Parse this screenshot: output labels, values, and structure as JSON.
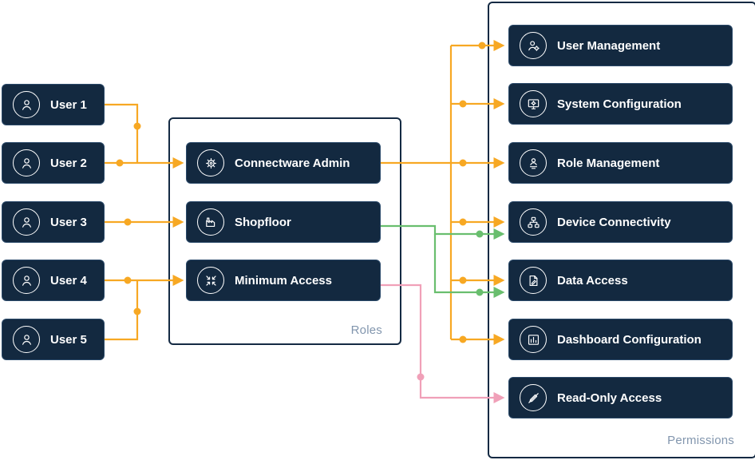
{
  "diagram": {
    "users": [
      {
        "label": "User 1",
        "icon": "person-icon"
      },
      {
        "label": "User 2",
        "icon": "person-icon"
      },
      {
        "label": "User 3",
        "icon": "person-icon"
      },
      {
        "label": "User 4",
        "icon": "person-icon"
      },
      {
        "label": "User 5",
        "icon": "person-icon"
      }
    ],
    "roles": {
      "container_label": "Roles",
      "items": [
        {
          "label": "Connectware Admin",
          "icon": "gear-icon"
        },
        {
          "label": "Shopfloor",
          "icon": "factory-icon"
        },
        {
          "label": "Minimum Access",
          "icon": "collapse-arrows-icon"
        }
      ]
    },
    "permissions": {
      "container_label": "Permissions",
      "items": [
        {
          "label": "User Management",
          "icon": "user-gear-icon"
        },
        {
          "label": "System Configuration",
          "icon": "monitor-gear-icon"
        },
        {
          "label": "Role Management",
          "icon": "person-list-icon"
        },
        {
          "label": "Device Connectivity",
          "icon": "network-nodes-icon"
        },
        {
          "label": "Data Access",
          "icon": "document-edit-icon"
        },
        {
          "label": "Dashboard Configuration",
          "icon": "dashboard-panel-icon"
        },
        {
          "label": "Read-Only Access",
          "icon": "no-edit-icon"
        }
      ]
    },
    "connections": {
      "user_to_role": [
        {
          "from": "User 1",
          "to": "Connectware Admin"
        },
        {
          "from": "User 2",
          "to": "Connectware Admin"
        },
        {
          "from": "User 3",
          "to": "Shopfloor"
        },
        {
          "from": "User 4",
          "to": "Minimum Access"
        },
        {
          "from": "User 5",
          "to": "Minimum Access"
        }
      ],
      "role_to_permissions": [
        {
          "from": "Connectware Admin",
          "to": [
            "User Management",
            "System Configuration",
            "Role Management",
            "Device Connectivity",
            "Data Access",
            "Dashboard Configuration"
          ],
          "color": "#F7A823"
        },
        {
          "from": "Shopfloor",
          "to": [
            "Device Connectivity",
            "Data Access"
          ],
          "color": "#69BE6E"
        },
        {
          "from": "Minimum Access",
          "to": [
            "Read-Only Access"
          ],
          "color": "#F0A0B8"
        }
      ]
    },
    "colors": {
      "node_background": "#132940",
      "node_border": "#2B4A6A",
      "node_text": "#FFFFFF",
      "container_border": "#142A43",
      "container_label": "#8296AE",
      "admin_flow": "#F7A823",
      "shopfloor_flow": "#69BE6E",
      "minimum_access_flow": "#F0A0B8"
    }
  }
}
